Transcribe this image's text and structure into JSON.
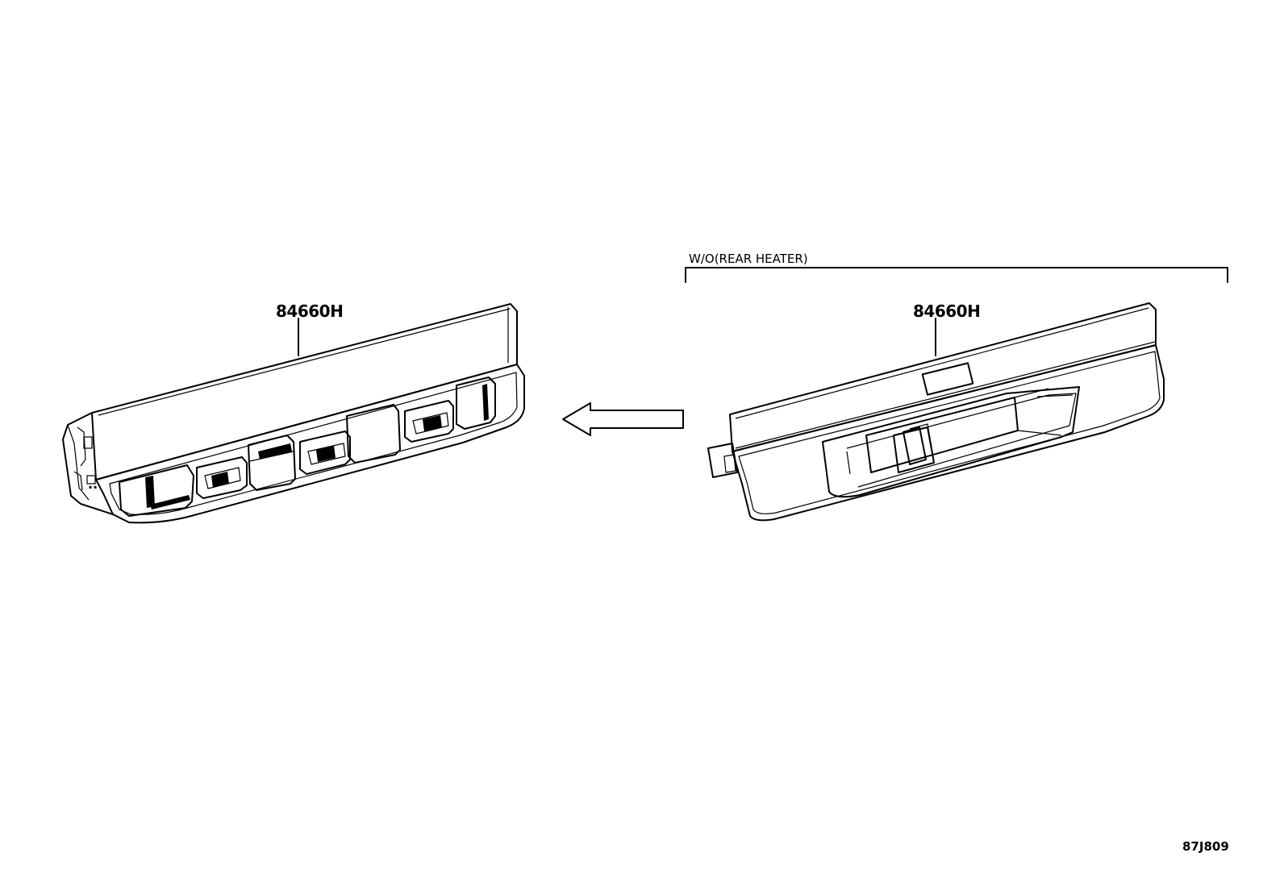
{
  "labels": {
    "left_part_number": "84660H",
    "right_part_number": "84660H",
    "condition_note": "W/O(REAR HEATER)",
    "diagram_code": "87J809"
  },
  "icons": {
    "arrow": "left-arrow-icon"
  }
}
